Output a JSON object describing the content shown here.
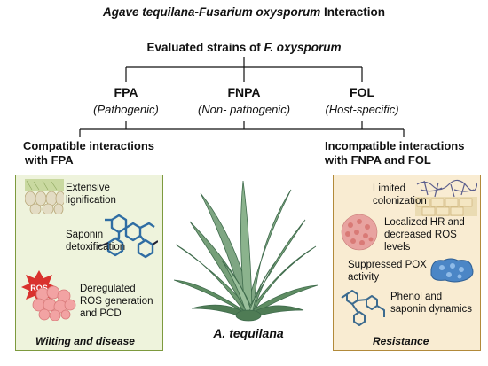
{
  "title": {
    "italic_part": "Agave tequilana-Fusarium oxysporum",
    "plain_part": " Interaction"
  },
  "subtitle": {
    "plain_part": "Evaluated strains of ",
    "italic_part": "F. oxysporum"
  },
  "strains": [
    {
      "name": "FPA",
      "type": "(Pathogenic)"
    },
    {
      "name": "FNPA",
      "type": "(Non- pathogenic)"
    },
    {
      "name": "FOL",
      "type": "(Host-specific)"
    }
  ],
  "left": {
    "header_line1": "Compatible interactions",
    "header_line2": "with FPA",
    "steps": [
      "Extensive lignification",
      "Saponin detoxification",
      "Deregulated ROS generation and PCD"
    ],
    "ros_label": "ROS",
    "outcome": "Wilting and disease"
  },
  "right": {
    "header_line1": "Incompatible interactions",
    "header_line2": "with FNPA and FOL",
    "steps": [
      "Limited colonization",
      "Localized HR and decreased ROS levels",
      "Suppressed POX activity",
      "Phenol and saponin dynamics"
    ],
    "outcome": "Resistance"
  },
  "plant_label": "A. tequilana",
  "colors": {
    "left_panel_bg": "#eef3dc",
    "left_panel_border": "#7d9a3e",
    "right_panel_bg": "#f9ecd2",
    "right_panel_border": "#b28a3a",
    "agave_green": "#6f9a72",
    "molecule_blue": "#2f6da3"
  },
  "icons": [
    "lignified-cell-icon",
    "saponin-molecule-icon",
    "ros-burst-icon",
    "dead-cells-icon",
    "root-colonization-icon",
    "hr-cell-icon",
    "pox-protein-icon",
    "phenol-molecule-icon",
    "agave-plant-icon"
  ]
}
